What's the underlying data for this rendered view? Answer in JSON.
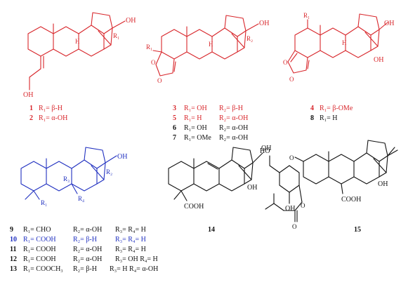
{
  "colors": {
    "red": "#d8262b",
    "blue": "#2030c0",
    "black": "#111111"
  },
  "compounds": [
    {
      "id": "c1",
      "num": "1",
      "sub": "R₁= β-H",
      "color": "red"
    },
    {
      "id": "c2",
      "num": "2",
      "sub": "R₁= α-OH",
      "color": "red"
    },
    {
      "id": "c3",
      "num": "3",
      "r1": "R₁= OH",
      "r2": "R₂= β-H",
      "color": "red"
    },
    {
      "id": "c5",
      "num": "5",
      "r1": "R₁= H",
      "r2": "R₂= α-OH",
      "color": "red"
    },
    {
      "id": "c6",
      "num": "6",
      "r1": "R₁= OH",
      "r2": "R₂= α-OH",
      "color": "black"
    },
    {
      "id": "c7",
      "num": "7",
      "r1": "R₁= OMe",
      "r2": "R₂= α-OH",
      "color": "black"
    },
    {
      "id": "c4",
      "num": "4",
      "sub": "R₁= β-OMe",
      "color": "red"
    },
    {
      "id": "c8",
      "num": "8",
      "sub": "R₁= H",
      "color": "black"
    },
    {
      "id": "c9",
      "num": "9",
      "r1": "R₁= CHO",
      "r2": "R₂= α-OH",
      "r3": "R₃= R₄= H",
      "color": "black"
    },
    {
      "id": "c10",
      "num": "10",
      "r1": "R₁= COOH",
      "r2": "R₂= β-H",
      "r3": "R₃= R₄= H",
      "color": "blue"
    },
    {
      "id": "c11",
      "num": "11",
      "r1": "R₁= COOH",
      "r2": "R₂= α-OH",
      "r3": "R₃= R₄= H",
      "color": "black"
    },
    {
      "id": "c12",
      "num": "12",
      "r1": "R₁= COOH",
      "r2": "R₂= α-OH",
      "r3": "R₃= OH R₄= H",
      "color": "black"
    },
    {
      "id": "c13",
      "num": "13",
      "r1": "R₁= COOCH₃",
      "r2": "R₂= β-H",
      "r3": "R₃= H R₄= α-OH",
      "color": "black"
    }
  ],
  "labels": {
    "s14": "14",
    "s15": "15",
    "oh": "OH",
    "cooh": "COOH",
    "h": "H",
    "r1": "R₁",
    "r2": "R₂",
    "r3": "R₃",
    "r4": "R₄",
    "o": "O",
    "ho": "HO"
  }
}
